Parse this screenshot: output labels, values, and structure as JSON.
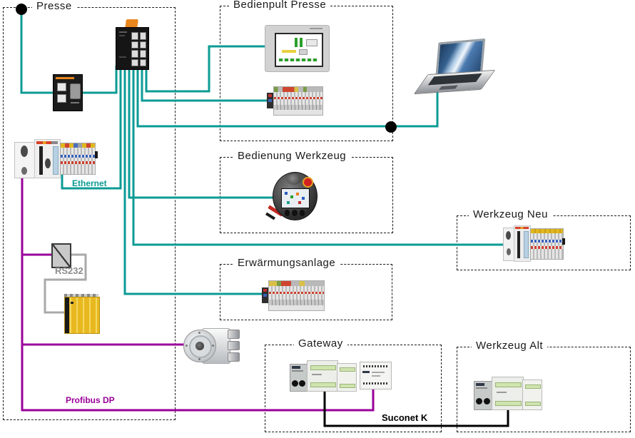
{
  "boxes": {
    "presse": {
      "label": "Presse"
    },
    "bedienpult_presse": {
      "label": "Bedienpult Presse"
    },
    "bedienung_werkzeug": {
      "label": "Bedienung Werkzeug"
    },
    "erwaermungsanlage": {
      "label": "Erwärmungsanlage"
    },
    "werkzeug_neu": {
      "label": "Werkzeug Neu"
    },
    "gateway": {
      "label": "Gateway"
    },
    "werkzeug_alt": {
      "label": "Werkzeug Alt"
    }
  },
  "bus_labels": {
    "ethernet": {
      "label": "Ethernet",
      "color": "#0b9b94"
    },
    "rs232": {
      "label": "RS232",
      "color": "#8c8c8c"
    },
    "profibus_dp": {
      "label": "Profibus DP",
      "color": "#990099"
    },
    "suconet_k": {
      "label": "Suconet K",
      "color": "#000000"
    }
  },
  "lines": {
    "ethernet_color": "#0b9b94",
    "profibus_color": "#990099",
    "rs232_color": "#a9a9a9",
    "suconet_color": "#000000",
    "junction_dot_color": "#000000"
  },
  "devices": [
    "ethernet-switch",
    "media-converter",
    "modular-plc-with-io-terminals",
    "touch-panel-hmi",
    "io-terminal-strip",
    "laptop",
    "handheld-operator-panel",
    "io-terminal-strip",
    "modular-plc-with-io-terminals",
    "rs232-converter",
    "safety-relay-group",
    "rotary-encoder",
    "gateway-plc",
    "gateway-bus-module",
    "compact-plc"
  ]
}
